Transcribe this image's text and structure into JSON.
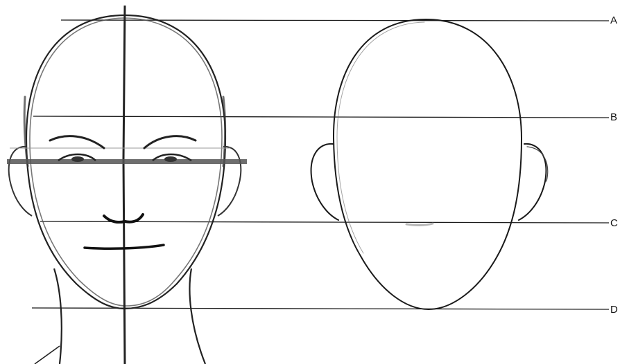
{
  "guide_lines": {
    "a": "A",
    "b": "B",
    "c": "C",
    "d": "D"
  },
  "colors": {
    "ink": "#1a1a1a",
    "pencil": "#555555",
    "background": "#ffffff"
  }
}
